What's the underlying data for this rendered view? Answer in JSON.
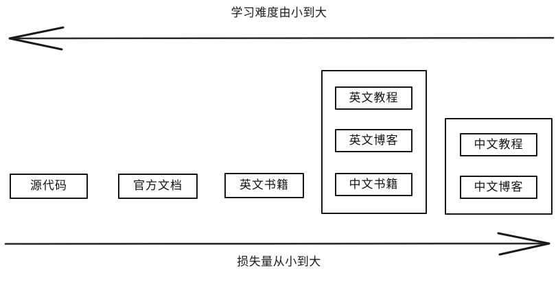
{
  "diagram": {
    "type": "hand-drawn-spectrum-diagram",
    "top_axis": {
      "label": "学习难度由小到大",
      "direction": "left",
      "arrow_icon": "arrow-left-icon"
    },
    "bottom_axis": {
      "label": "损失量从小到大",
      "direction": "right",
      "arrow_icon": "arrow-right-icon"
    },
    "nodes": [
      {
        "label": "源代码"
      },
      {
        "label": "官方文档"
      },
      {
        "label": "英文书籍"
      }
    ],
    "groups": [
      {
        "name": "middle-group",
        "items": [
          {
            "label": "英文教程"
          },
          {
            "label": "英文博客"
          },
          {
            "label": "中文书籍"
          }
        ]
      },
      {
        "name": "right-group",
        "items": [
          {
            "label": "中文教程"
          },
          {
            "label": "中文博客"
          }
        ]
      }
    ],
    "colors": {
      "stroke": "#161616",
      "background": "#ffffff",
      "text": "#121212"
    }
  }
}
